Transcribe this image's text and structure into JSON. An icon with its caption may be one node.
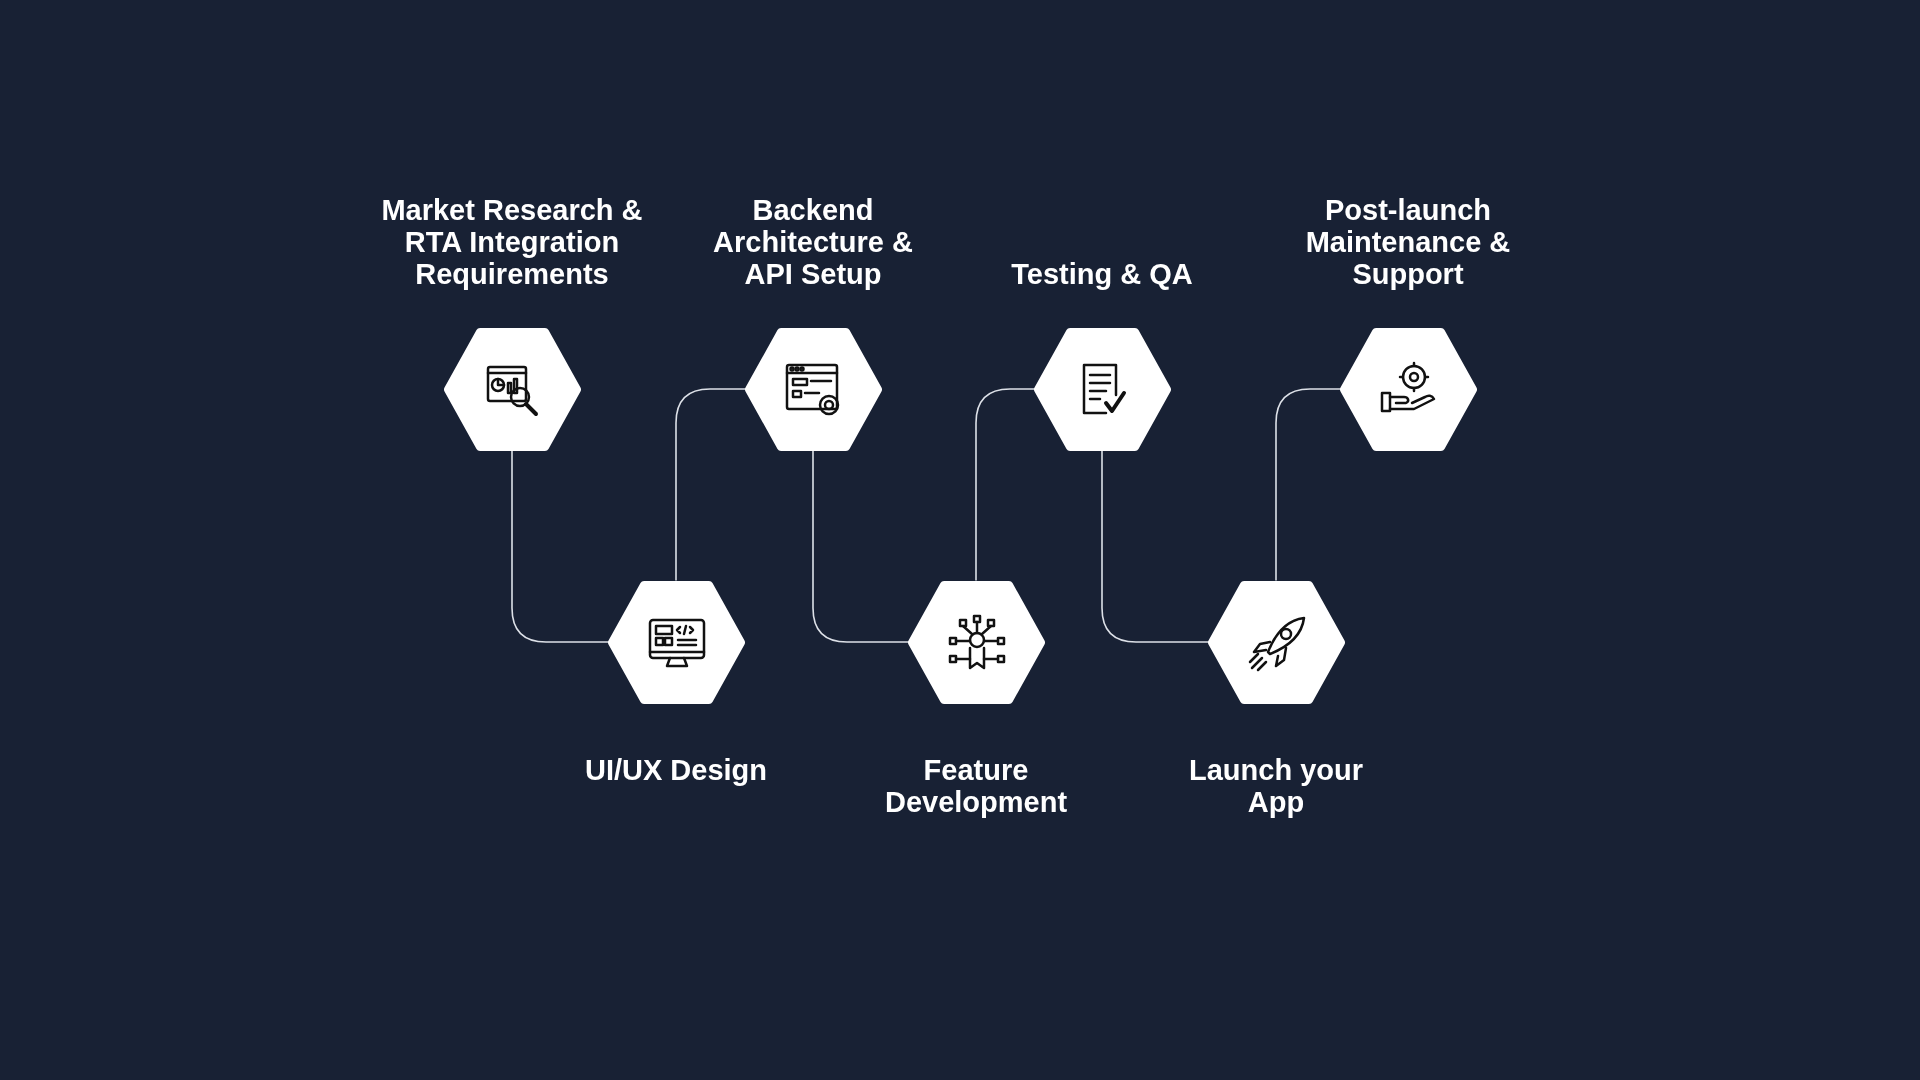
{
  "diagram": {
    "nodes": [
      {
        "text": [
          "Market Research & RTA Integration Requirements"
        ]
      },
      {
        "text": [
          "UI/UX Design"
        ]
      },
      {
        "text": [
          "Backend Architecture & API Setup"
        ]
      },
      {
        "text": [
          "Feature Development"
        ]
      },
      {
        "text": [
          "Testing & QA"
        ]
      },
      {
        "text": [
          "Launch your App"
        ]
      },
      {
        "text": [
          "Post-launch Maintenance & Support"
        ]
      }
    ],
    "edges": [
      {
        "from": 0,
        "to": 1,
        "arrow": "none"
      },
      {
        "from": 1,
        "to": 2,
        "arrow": "none"
      },
      {
        "from": 2,
        "to": 3,
        "arrow": "none"
      },
      {
        "from": 3,
        "to": 4,
        "arrow": "none"
      },
      {
        "from": 4,
        "to": 5,
        "arrow": "none"
      },
      {
        "from": 5,
        "to": 6,
        "arrow": "none"
      }
    ]
  }
}
